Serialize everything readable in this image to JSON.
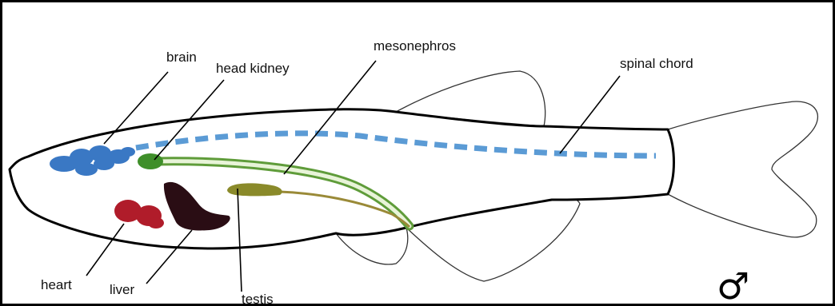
{
  "labels": {
    "brain": "brain",
    "head_kidney": "head kidney",
    "mesonephros": "mesonephros",
    "spinal_chord": "spinal chord",
    "heart": "heart",
    "liver": "liver",
    "testis": "testis"
  },
  "sex_symbol": "♂",
  "colors": {
    "outline": "#000000",
    "brain": "#3a78c4",
    "spinal_chord": "#5b9bd5",
    "head_kidney": "#3f8f2a",
    "mesonephros": "#5f9c3a",
    "mesonephros_fill": "#e8f4d8",
    "heart": "#b01c2a",
    "liver": "#2a0d14",
    "testis": "#8a8a2a",
    "duct": "#9a8a38"
  }
}
